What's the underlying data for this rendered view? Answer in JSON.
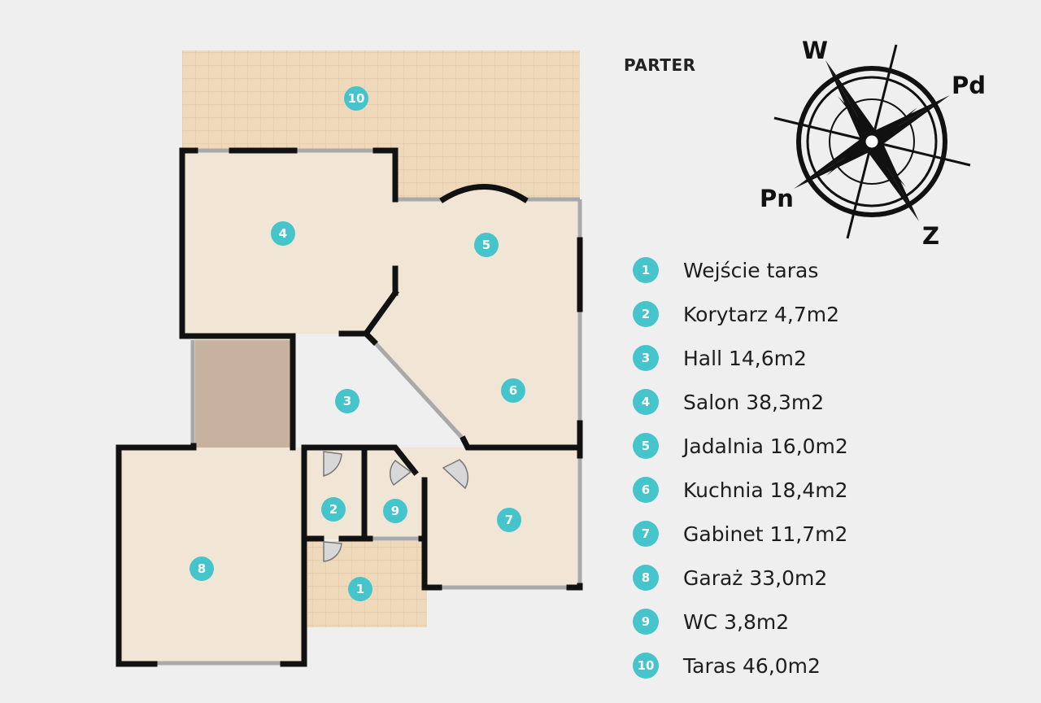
{
  "floor": {
    "title": "PARTER"
  },
  "compass": {
    "north_label": "Pn",
    "south_label": "Pd",
    "west_label": "W",
    "east_label": "Z"
  },
  "rooms": [
    {
      "number": "1",
      "label": "Wejście taras"
    },
    {
      "number": "2",
      "label": "Korytarz 4,7m2"
    },
    {
      "number": "3",
      "label": "Hall 14,6m2"
    },
    {
      "number": "4",
      "label": "Salon 38,3m2"
    },
    {
      "number": "5",
      "label": "Jadalnia 16,0m2"
    },
    {
      "number": "6",
      "label": "Kuchnia 18,4m2"
    },
    {
      "number": "7",
      "label": "Gabinet 11,7m2"
    },
    {
      "number": "8",
      "label": "Garaż 33,0m2"
    },
    {
      "number": "9",
      "label": "WC 3,8m2"
    },
    {
      "number": "10",
      "label": "Taras 46,0m2"
    }
  ],
  "colors": {
    "wall": "#111111",
    "floor": "#f1e6d6",
    "terrace": "#efd9bb",
    "stairs": "#c6b29e",
    "badge": "#46c4cc",
    "window": "#a9a9a9"
  }
}
